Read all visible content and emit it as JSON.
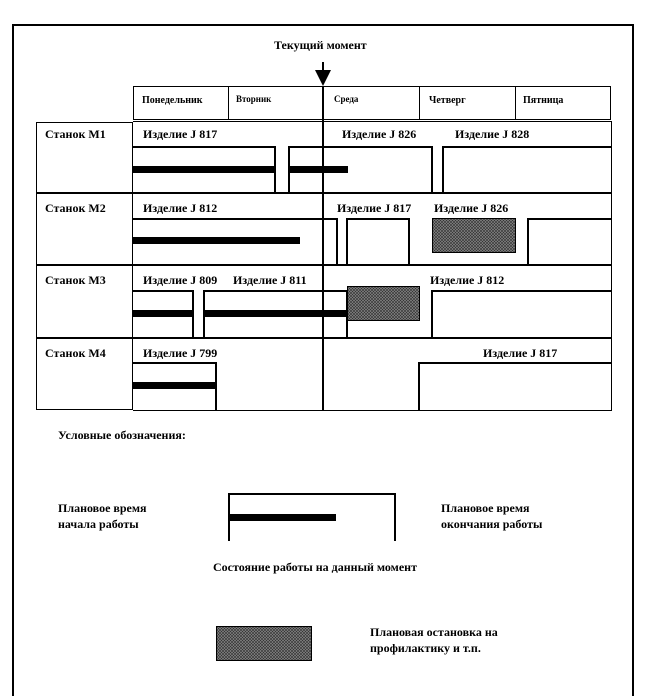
{
  "title": "Текущий момент",
  "days": [
    "Понедельник",
    "Вторник",
    "Среда",
    "Четверг",
    "Пятница"
  ],
  "machines": [
    {
      "name": "Станок М1",
      "jobs": [
        "Изделие J 817",
        "Изделие  J 826",
        "Изделие J 828"
      ]
    },
    {
      "name": "Станок М2",
      "jobs": [
        "Изделие J 812",
        "Изделие J 817",
        "Изделие J 826"
      ]
    },
    {
      "name": "Станок М3",
      "jobs": [
        "Изделие J 809",
        "Изделие J 811",
        "Изделие J 812"
      ]
    },
    {
      "name": "Станок М4",
      "jobs": [
        "Изделие  J 799",
        "Изделие  J 817"
      ]
    }
  ],
  "legend": {
    "title": "Условные обозначения:",
    "start_label": "Плановое время начала работы",
    "end_label": "Плановое время окончания работы",
    "progress_label": "Состояние работы на данный момент",
    "stop_label": "Плановая остановка на профилактику и т.п."
  }
}
